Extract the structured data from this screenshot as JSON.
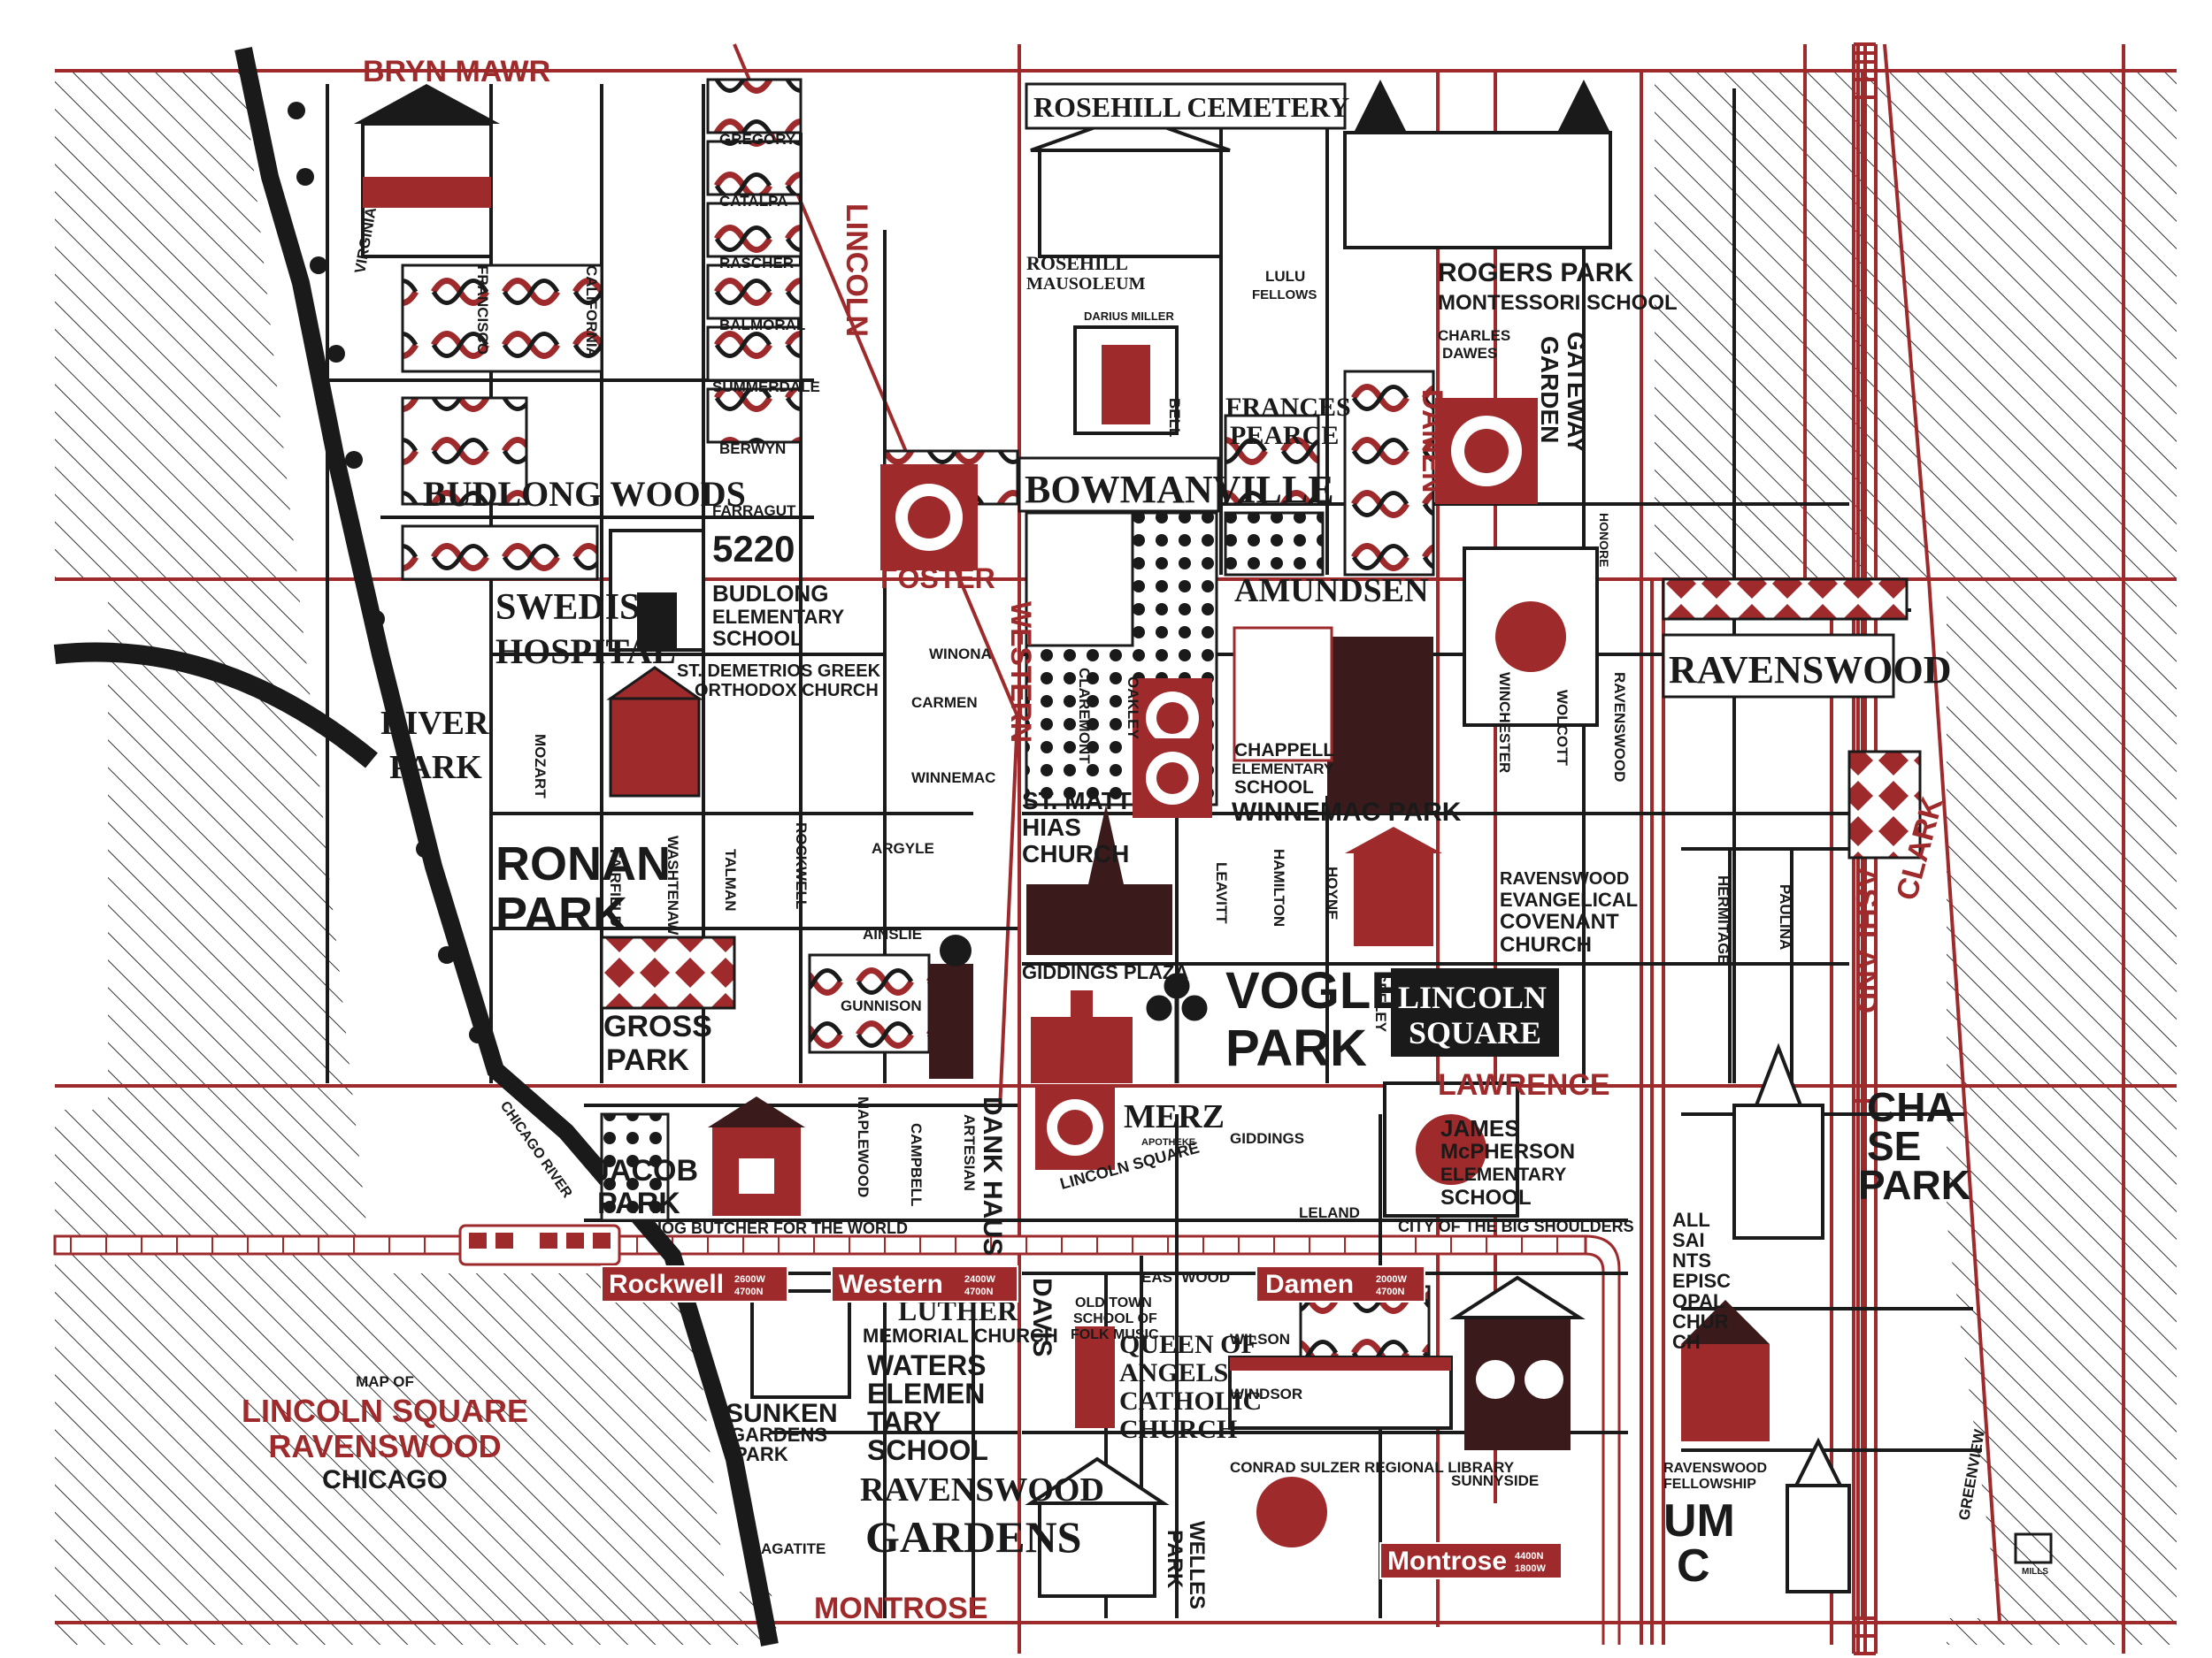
{
  "title": {
    "map_of": "MAP OF",
    "line1": "LINCOLN SQUARE",
    "line2": "RAVENSWOOD",
    "line3": "CHICAGO"
  },
  "colors": {
    "accent": "#9e2a2b",
    "ink": "#1a1a1a",
    "paper": "#ffffff",
    "hatch": "#333333"
  },
  "major_streets": {
    "bryn_mawr": "BRYN MAWR",
    "foster": "FOSTER",
    "lawrence": "LAWRENCE",
    "montrose": "MONTROSE",
    "lincoln": "LINCOLN",
    "western": "WESTERN",
    "damen": "DAMEN",
    "ashland": "ASHLAND",
    "clark": "CLARK"
  },
  "minor_streets": {
    "gregory": "GREGORY",
    "catalpa": "CATALPA",
    "rascher": "RASCHER",
    "balmoral": "BALMORAL",
    "summerdale": "SUMMERDALE",
    "berwyn": "BERWYN",
    "farragut": "FARRAGUT",
    "winona": "WINONA",
    "carmen": "CARMEN",
    "winnemac": "WINNEMAC",
    "argyle": "ARGYLE",
    "ainslie": "AINSLIE",
    "gunnison": "GUNNISON",
    "virginia": "VIRGINIA",
    "francisco": "FRANCISCO",
    "california": "CALIFORNIA",
    "mozart": "MOZART",
    "fairfield": "FAIRFIELD",
    "washtenaw": "WASHTENAW",
    "talman": "TALMAN",
    "rockwell": "ROCKWELL",
    "maplewood": "MAPLEWOOD",
    "campbell": "CAMPBELL",
    "artesian": "ARTESIAN",
    "claremont": "CLAREMONT",
    "oakley": "OAKLEY",
    "bell": "BELL",
    "leavitt": "LEAVITT",
    "hamilton": "HAMILTON",
    "hoyne": "HOYNE",
    "seeley": "SEELEY",
    "winchester": "WINCHESTER",
    "wolcott": "WOLCOTT",
    "ravenswood": "RAVENSWOOD",
    "honore": "HONORE",
    "hermitage": "HERMITAGE",
    "paulina": "PAULINA",
    "greenview": "GREENVIEW",
    "giddings": "GIDDINGS",
    "leland": "LELAND",
    "eastwood": "EASTWOOD",
    "wilson": "WILSON",
    "windsor": "WINDSOR",
    "sunnyside": "SUNNYSIDE",
    "agatite": "AGATITE",
    "chicago_river": "CHICAGO RIVER"
  },
  "places": {
    "rosehill_cemetery": "ROSEHILL CEMETERY",
    "rosehill_mausoleum_1": "ROSEHILL",
    "rosehill_mausoleum_2": "MAUSOLEUM",
    "darius_miller": "DARIUS MILLER",
    "lulu_fellows_1": "LULU",
    "lulu_fellows_2": "FELLOWS",
    "frances_pearce_1": "FRANCES",
    "frances_pearce_2": "PEARCE",
    "rogers_park_1": "ROGERS PARK",
    "rogers_park_2": "MONTESSORI SCHOOL",
    "charles_1": "CHARLES",
    "charles_2": "DAWES",
    "gateway_1": "GATEWAY",
    "gateway_2": "GARDEN",
    "bowmanville": "BOWMANVILLE",
    "budlong_woods": "BUDLONG WOODS",
    "swedish_1": "SWEDISH",
    "swedish_2": "HOSPITAL",
    "address": "5220",
    "budlong_school_1": "BUDLONG",
    "budlong_school_2": "ELEMENTARY",
    "budlong_school_3": "SCHOOL",
    "st_demetrios_1": "ST. DEMETRIOS GREEK",
    "st_demetrios_2": "ORTHODOX CHURCH",
    "river_park_1": "RIVER",
    "river_park_2": "PARK",
    "amundsen": "AMUNDSEN",
    "chappell_1": "CHAPPELL",
    "chappell_2": "ELEMENTARY",
    "chappell_3": "SCHOOL",
    "winnemac_park": "WINNEMAC PARK",
    "st_matthias_1": "ST. MATT",
    "st_matthias_2": "HIAS",
    "st_matthias_3": "CHURCH",
    "ravenswood_neighborhood": "RAVENSWOOD",
    "rav_evangelical_1": "RAVENSWOOD",
    "rav_evangelical_2": "EVANGELICAL",
    "rav_evangelical_3": "COVENANT",
    "rav_evangelical_4": "CHURCH",
    "ronan_1": "RONAN",
    "ronan_2": "PARK",
    "gross_1": "GROSS",
    "gross_2": "PARK",
    "giddings_plaza": "GIDDINGS PLAZA",
    "vogle_1": "VOGLE",
    "vogle_2": "PARK",
    "lincoln_square_1": "LINCOLN",
    "lincoln_square_2": "SQUARE",
    "james_1": "JAMES",
    "james_2": "McPHERSON",
    "james_3": "ELEMENTARY",
    "james_4": "SCHOOL",
    "chase_1": "CHA",
    "chase_2": "SE",
    "chase_3": "PARK",
    "jacob_1": "JACOB",
    "jacob_2": "PARK",
    "dank_haus": "DANK HAUS",
    "merz": "MERZ",
    "merz_sub": "APOTHEKE",
    "lincoln_square_arch": "LINCOLN SQUARE",
    "hog_butcher": "HOG BUTCHER FOR THE WORLD",
    "big_shoulders": "CITY OF THE BIG SHOULDERS",
    "all_saints_1": "ALL",
    "all_saints_2": "SAI",
    "all_saints_3": "NTS",
    "all_saints_4": "EPISC",
    "all_saints_5": "OPAL",
    "all_saints_6": "CHUR",
    "all_saints_7": "CH",
    "luther_1": "LUTHER",
    "luther_2": "MEMORIAL CHURCH",
    "old_town_1": "OLD TOWN",
    "old_town_2": "SCHOOL OF",
    "old_town_3": "FOLK MUSIC",
    "davis": "DAVIS",
    "waters_1": "WATERS",
    "waters_2": "ELEMEN",
    "waters_3": "TARY",
    "waters_4": "SCHOOL",
    "queen_1": "QUEEN OF",
    "queen_2": "ANGELS",
    "queen_3": "CATHOLIC",
    "queen_4": "CHURCH",
    "sunken_1": "SUNKEN",
    "sunken_2": "GARDENS",
    "sunken_3": "PARK",
    "ravenswood_gardens_1": "RAVENSWOOD",
    "ravenswood_gardens_2": "GARDENS",
    "welles_1": "WELLES",
    "welles_2": "PARK",
    "conrad_sulzer": "CONRAD SULZER REGIONAL LIBRARY",
    "ravenswood_fellowship_1": "RAVENSWOOD",
    "ravenswood_fellowship_2": "FELLOWSHIP",
    "umc_1": "UM",
    "umc_2": "C",
    "artist": "MILLS"
  },
  "stations": [
    {
      "name": "Rockwell",
      "addr1": "2600W",
      "addr2": "4700N"
    },
    {
      "name": "Western",
      "addr1": "2400W",
      "addr2": "4700N"
    },
    {
      "name": "Damen",
      "addr1": "2000W",
      "addr2": "4700N"
    },
    {
      "name": "Montrose",
      "addr1": "4400N",
      "addr2": "1800W"
    }
  ]
}
